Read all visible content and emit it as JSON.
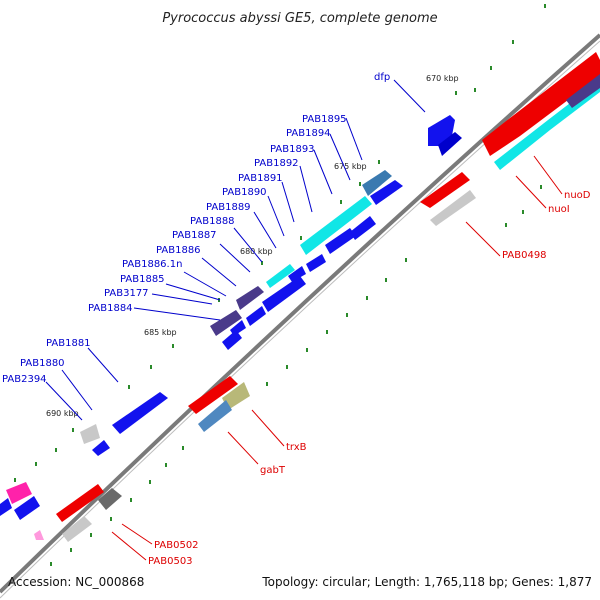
{
  "header": {
    "title": "Pyrococcus abyssi GE5, complete genome"
  },
  "footer": {
    "accession": "Accession: NC_000868",
    "summary": "Topology: circular; Length: 1,765,118 bp; Genes: 1,877"
  },
  "ruler": {
    "ticks": [
      "670 kbp",
      "675 kbp",
      "680 kbp",
      "685 kbp",
      "690 kbp"
    ]
  },
  "genes_outer": [
    "dfp",
    "PAB1895",
    "PAB1894",
    "PAB1893",
    "PAB1892",
    "PAB1891",
    "PAB1890",
    "PAB1889",
    "PAB1888",
    "PAB1887",
    "PAB1886",
    "PAB1886.1n",
    "PAB1885",
    "PAB3177",
    "PAB1884",
    "PAB1881",
    "PAB1880",
    "PAB2394"
  ],
  "genes_inner": [
    "nuoD",
    "nuoI",
    "PAB0498",
    "trxB",
    "gabT",
    "PAB0502",
    "PAB0503"
  ],
  "colors": {
    "outer_gene": "#0000ff",
    "inner_gene": "#ff0000",
    "highlight_cyan": "#00e0e0",
    "highlight_purple": "#4a3a8a",
    "backbone": "#808080"
  }
}
